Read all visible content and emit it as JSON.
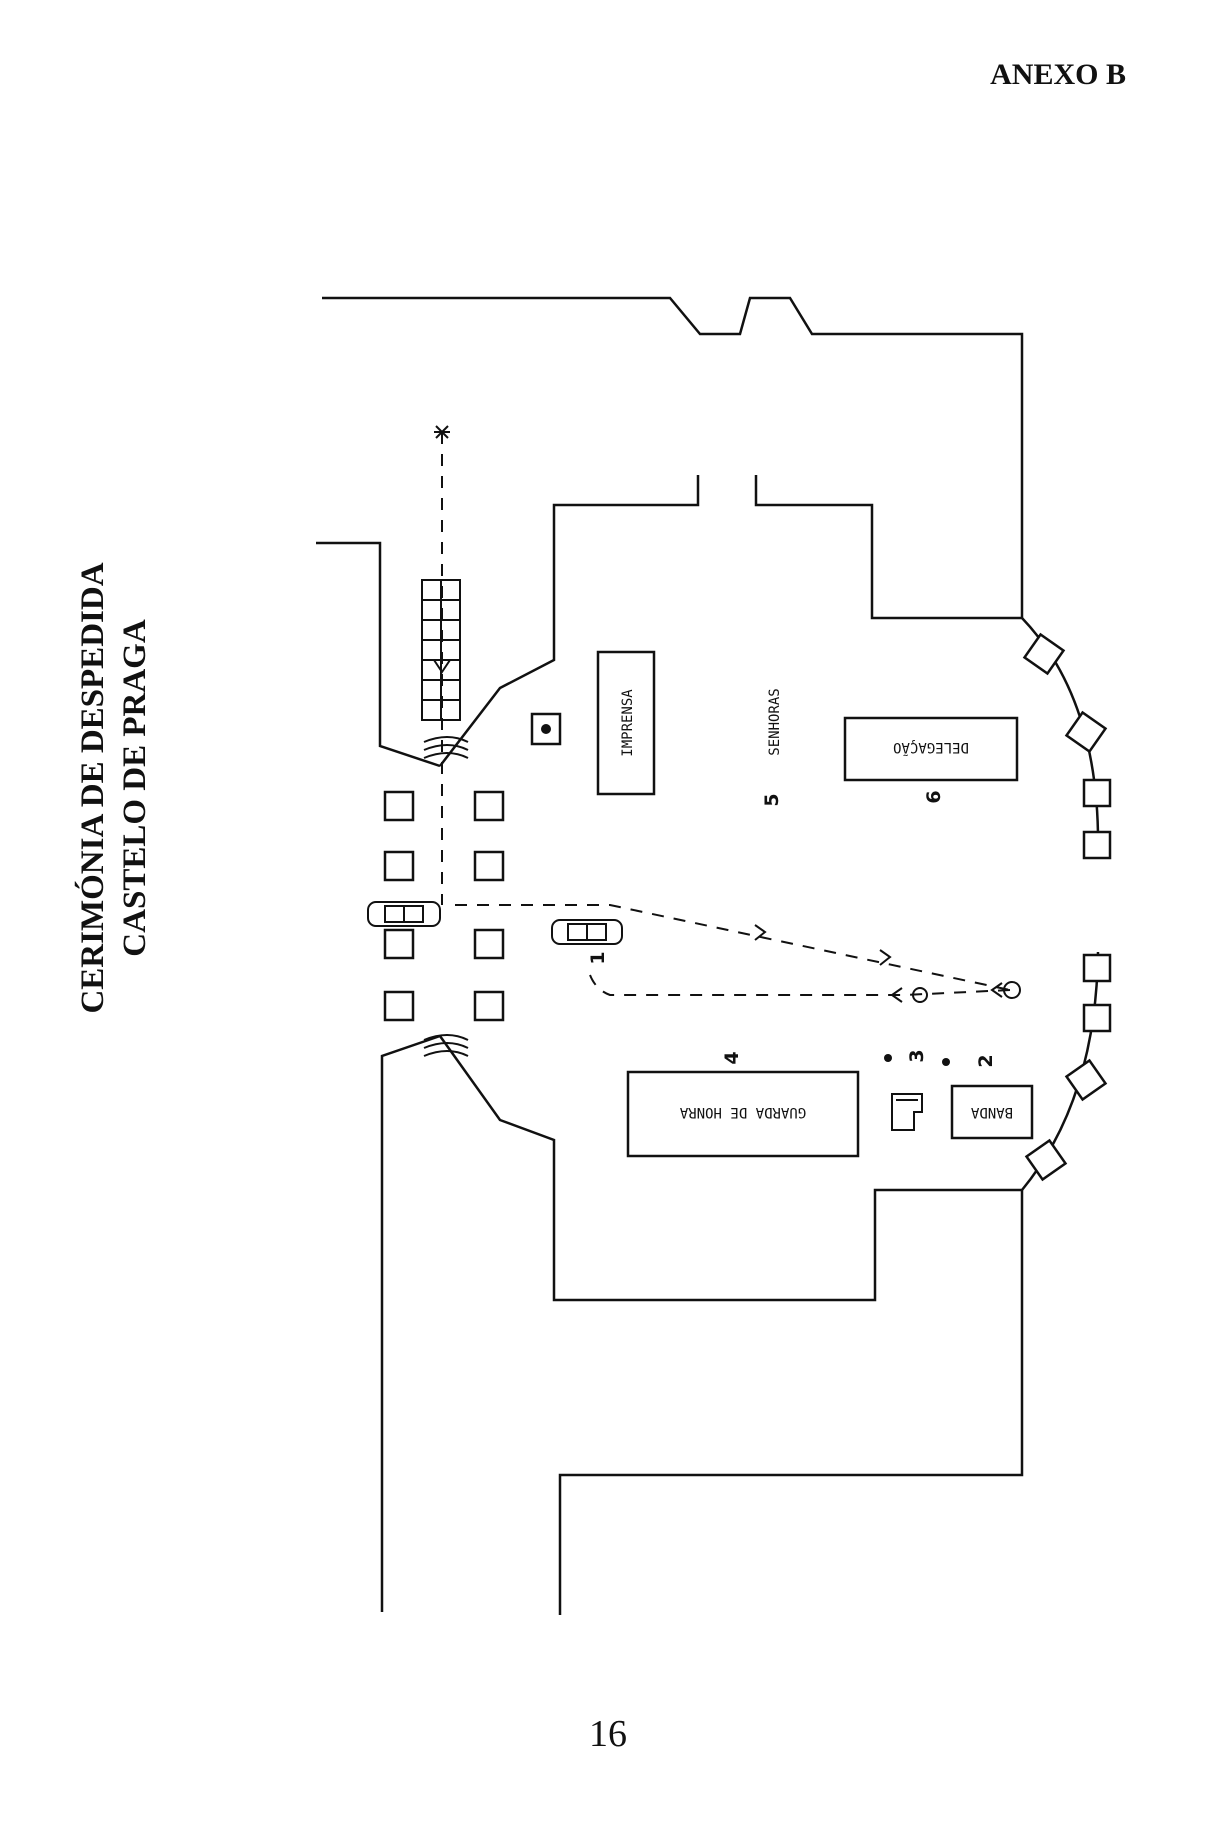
{
  "header": {
    "annex": "ANEXO B"
  },
  "title": {
    "line1": "CERIMÓNIA DE DESPEDIDA",
    "line2": "CASTELO DE PRAGA"
  },
  "labels": {
    "imprensa": "IMPRENSA",
    "senhoras": "SENHORAS",
    "delegacao": "DELEGAÇÃO",
    "guarda": "GUARDA DE HONRA",
    "banda": "BANDA"
  },
  "markers": {
    "m1": "1",
    "m2": "2",
    "m3": "3",
    "m4": "4",
    "m5": "5",
    "m6": "6"
  },
  "footer": {
    "page_number": "16"
  }
}
